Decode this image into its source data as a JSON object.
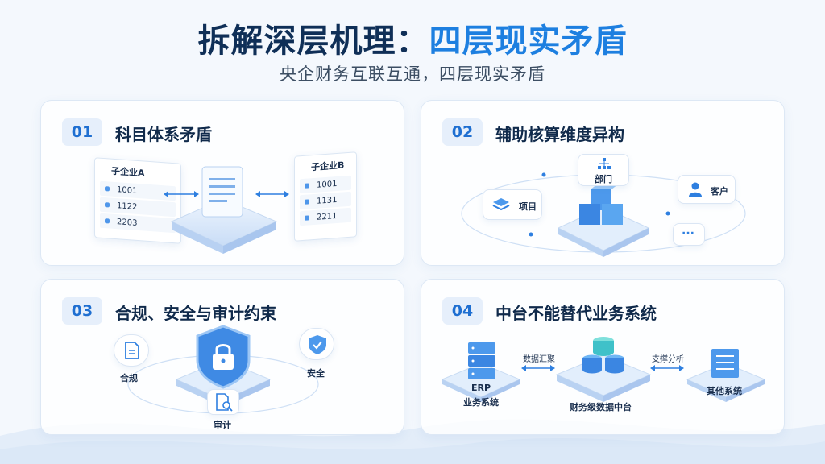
{
  "header": {
    "title_part1": "拆解深层机理：",
    "title_part2": "四层现实矛盾",
    "subtitle": "央企财务互联互通，四层现实矛盾"
  },
  "colors": {
    "title_dark": "#0f2f57",
    "title_accent": "#1d7fe0",
    "badge_bg": "#e6effb",
    "badge_text": "#1f6fd1"
  },
  "cards": [
    {
      "num": "01",
      "title": "科目体系矛盾",
      "doc_a": {
        "name": "子企业A",
        "rows": [
          "1001",
          "1122",
          "2203"
        ]
      },
      "doc_b": {
        "name": "子企业B",
        "rows": [
          "1001",
          "1131",
          "2211"
        ]
      },
      "icons": [
        "document-icon",
        "bidirectional-arrow-icon"
      ]
    },
    {
      "num": "02",
      "title": "辅助核算维度异构",
      "nodes": {
        "department": "部门",
        "customer": "客户",
        "project": "项目",
        "more": "···"
      },
      "icons": [
        "org-chart-icon",
        "user-icon",
        "layers-icon",
        "cubes-icon"
      ]
    },
    {
      "num": "03",
      "title": "合规、安全与审计约束",
      "nodes": {
        "compliance": "合规",
        "security": "安全",
        "audit": "审计"
      },
      "icons": [
        "shield-lock-icon",
        "file-icon",
        "shield-check-icon",
        "search-file-icon"
      ]
    },
    {
      "num": "04",
      "title": "中台不能替代业务系统",
      "nodes": {
        "erp": "ERP",
        "erp_sub": "业务系统",
        "center": "财务级数据中台",
        "other": "其他系统",
        "link_left": "数据汇聚",
        "link_right": "支撑分析"
      },
      "icons": [
        "server-icon",
        "database-icon"
      ]
    }
  ]
}
